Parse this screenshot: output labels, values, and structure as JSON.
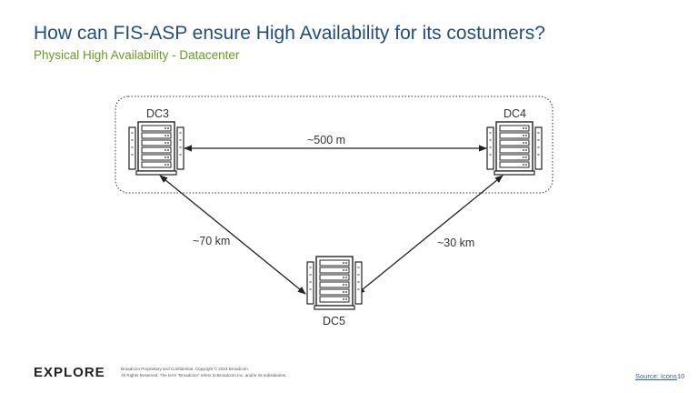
{
  "slide": {
    "title": "How can FIS-ASP ensure High Availability for its costumers?",
    "subtitle": "Physical High Availability - Datacenter"
  },
  "nodes": [
    {
      "id": "dc3",
      "label": "DC3",
      "icon": "server-rack-icon"
    },
    {
      "id": "dc4",
      "label": "DC4",
      "icon": "server-rack-icon"
    },
    {
      "id": "dc5",
      "label": "DC5",
      "icon": "server-rack-icon"
    }
  ],
  "edges": [
    {
      "from": "dc3",
      "to": "dc4",
      "label": "~500 m"
    },
    {
      "from": "dc3",
      "to": "dc5",
      "label": "~70 km"
    },
    {
      "from": "dc4",
      "to": "dc5",
      "label": "~30 km"
    }
  ],
  "footer": {
    "logo": "EXPLORE",
    "legal_line1": "Broadcom Proprietary and Confidential. Copyright © 2024 Broadcom.",
    "legal_line2": "All Rights Reserved. The term “Broadcom” refers to Broadcom Inc. and/or its subsidiaries.",
    "source_link": "Source: Icons",
    "page_number": "10"
  },
  "colors": {
    "title": "#1f4e79",
    "subtitle": "#6b9a1f",
    "lines": "#222222",
    "link": "#2f5f9e"
  }
}
